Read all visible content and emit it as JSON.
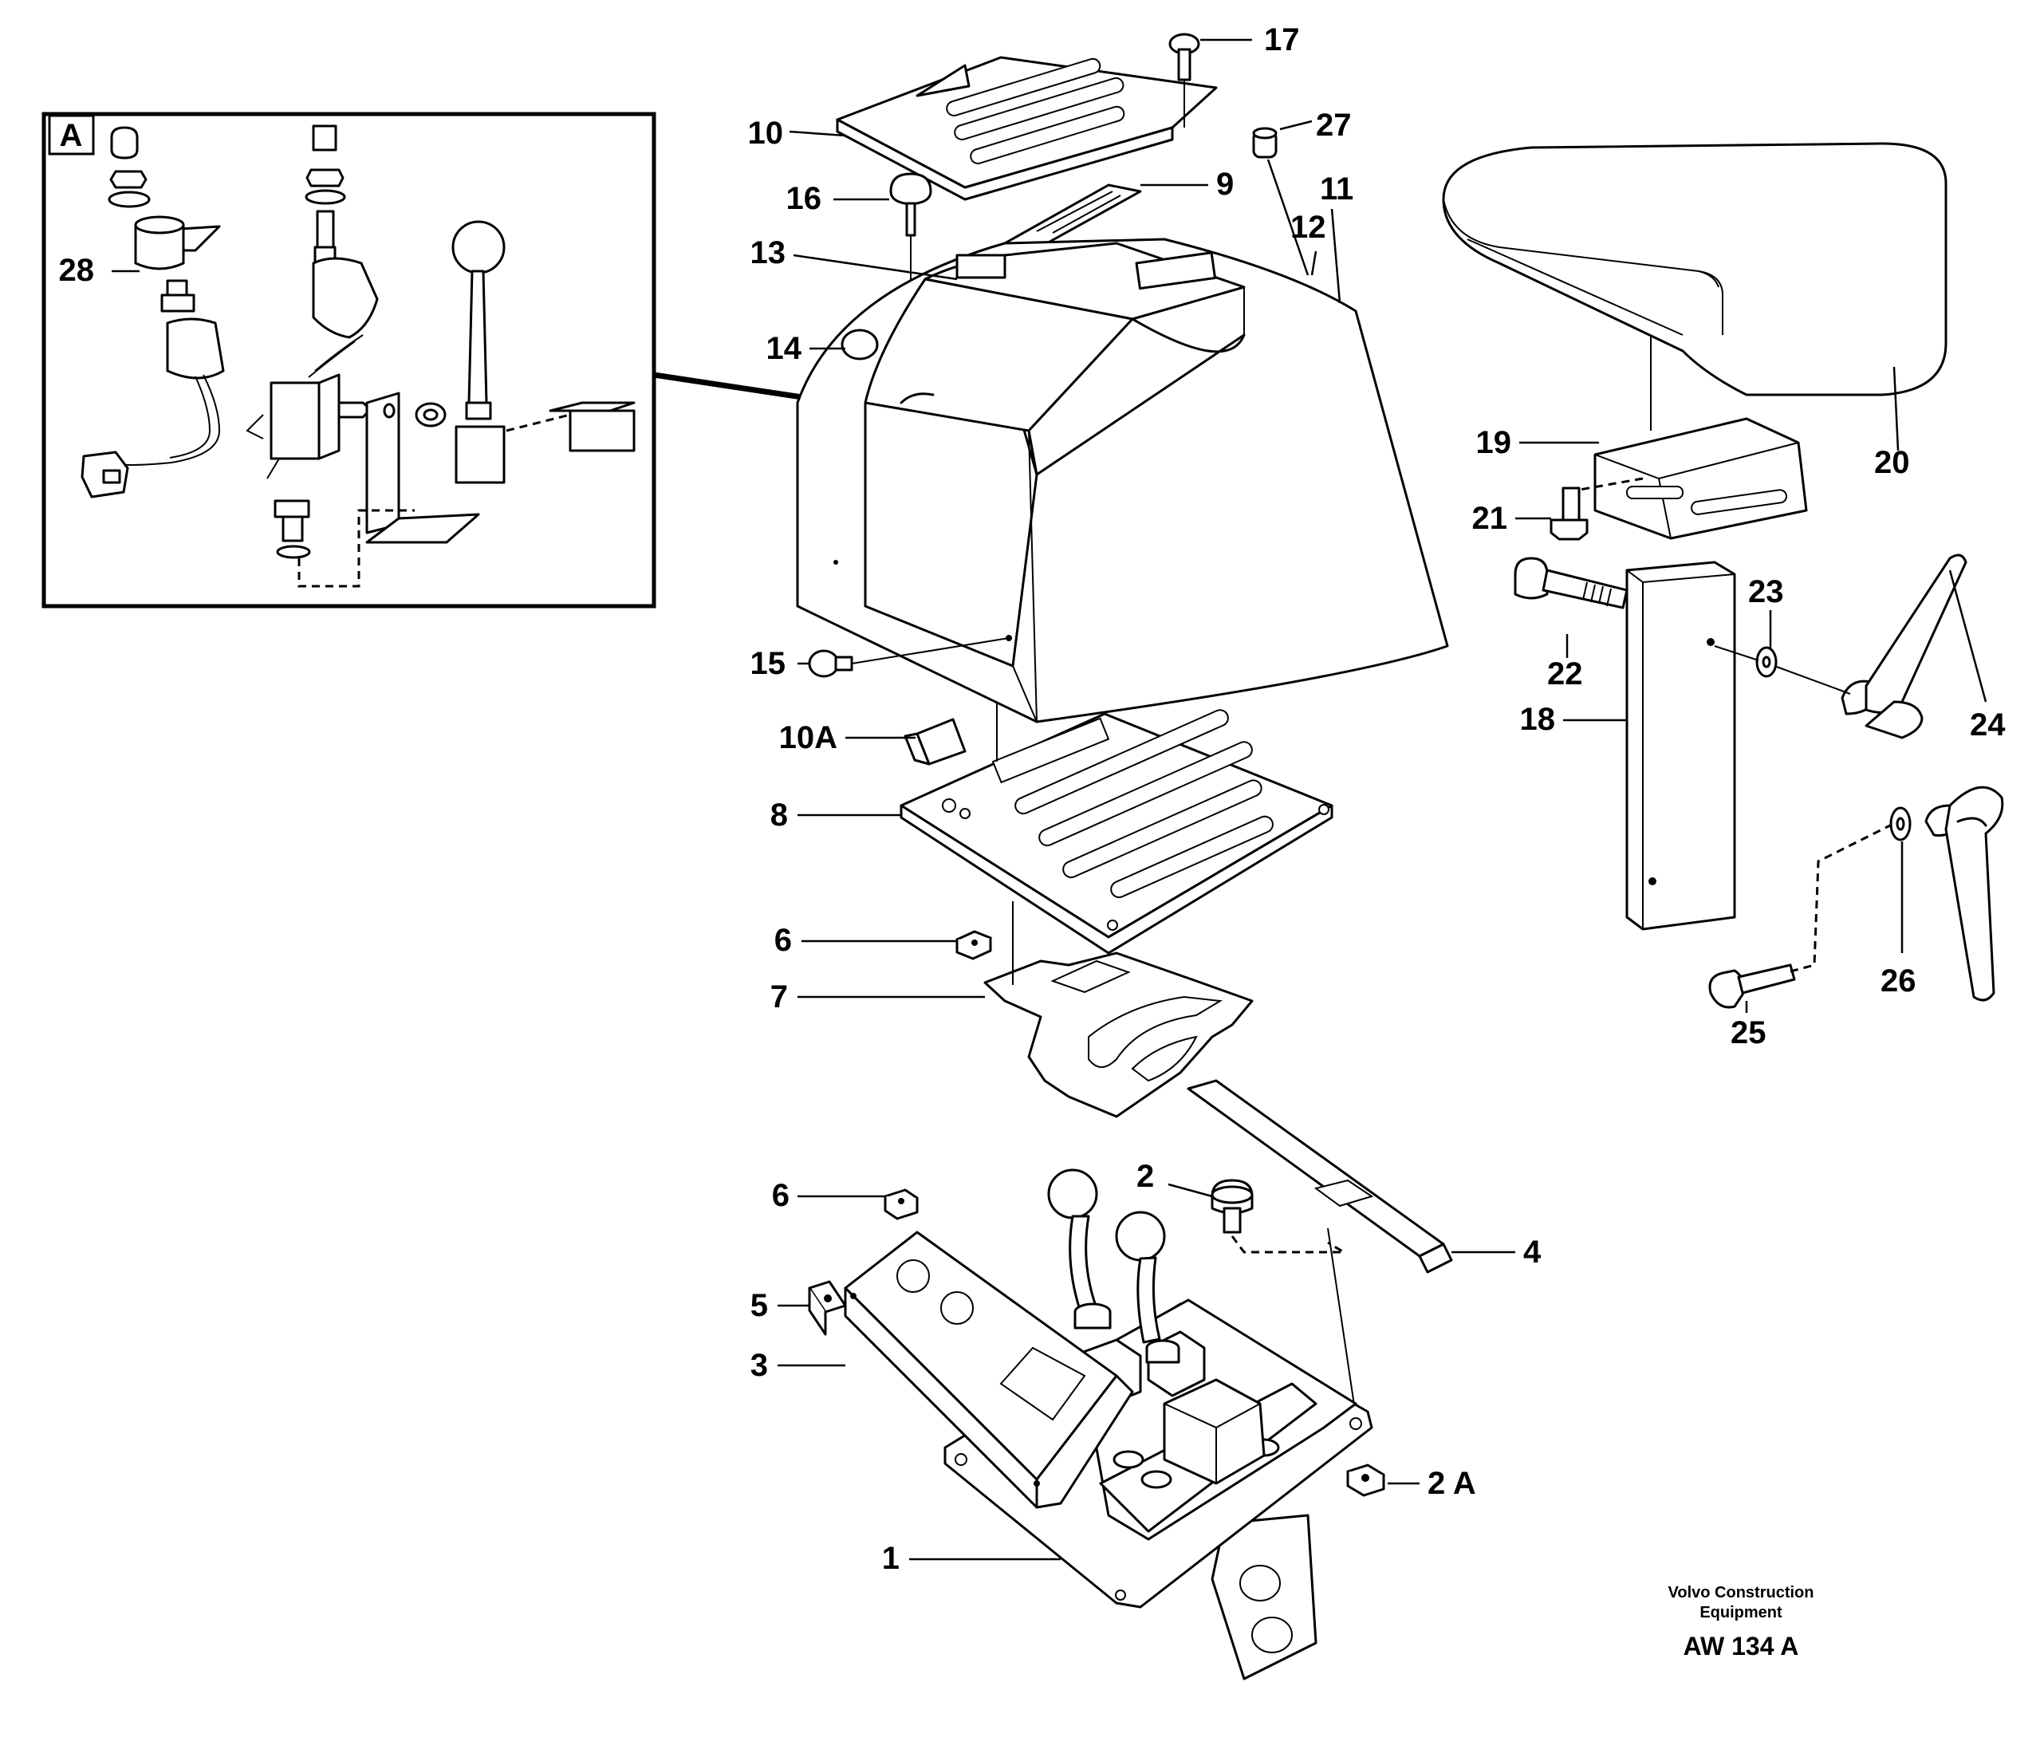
{
  "inset": {
    "label": "A"
  },
  "callouts": [
    {
      "id": "17",
      "text": "17"
    },
    {
      "id": "27",
      "text": "27"
    },
    {
      "id": "10",
      "text": "10"
    },
    {
      "id": "16",
      "text": "16"
    },
    {
      "id": "9",
      "text": "9"
    },
    {
      "id": "11",
      "text": "11"
    },
    {
      "id": "13",
      "text": "13"
    },
    {
      "id": "12",
      "text": "12"
    },
    {
      "id": "14",
      "text": "14"
    },
    {
      "id": "28",
      "text": "28"
    },
    {
      "id": "20",
      "text": "20"
    },
    {
      "id": "19",
      "text": "19"
    },
    {
      "id": "21",
      "text": "21"
    },
    {
      "id": "23",
      "text": "23"
    },
    {
      "id": "22",
      "text": "22"
    },
    {
      "id": "15",
      "text": "15"
    },
    {
      "id": "24",
      "text": "24"
    },
    {
      "id": "18",
      "text": "18"
    },
    {
      "id": "10A",
      "text": "10A"
    },
    {
      "id": "8",
      "text": "8"
    },
    {
      "id": "6a",
      "text": "6"
    },
    {
      "id": "7",
      "text": "7"
    },
    {
      "id": "26",
      "text": "26"
    },
    {
      "id": "25",
      "text": "25"
    },
    {
      "id": "2",
      "text": "2"
    },
    {
      "id": "6b",
      "text": "6"
    },
    {
      "id": "4",
      "text": "4"
    },
    {
      "id": "5",
      "text": "5"
    },
    {
      "id": "3",
      "text": "3"
    },
    {
      "id": "2A",
      "text": "2 A"
    },
    {
      "id": "1",
      "text": "1"
    }
  ],
  "footer": {
    "company_line1": "Volvo Construction",
    "company_line2": "Equipment",
    "code": "AW 134 A"
  }
}
